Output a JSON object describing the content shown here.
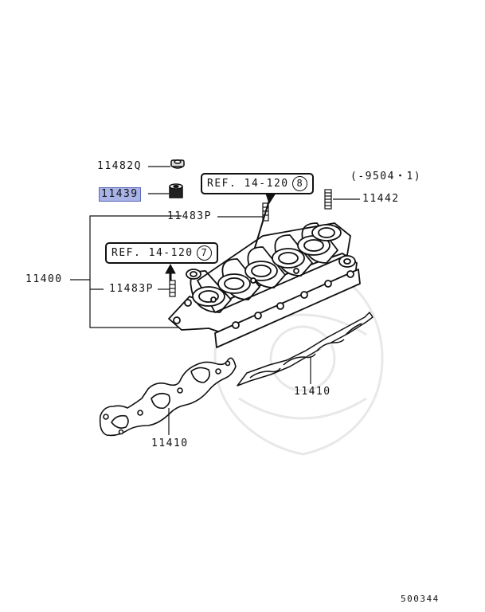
{
  "parts": {
    "p11482Q": "11482Q",
    "p11439": "11439",
    "p11483P_top": "11483P",
    "p11483P_mid": "11483P",
    "p11400": "11400",
    "p11442": "11442",
    "p11410_right": "11410",
    "p11410_left": "11410"
  },
  "refs": {
    "ref1_text": "REF. 14-120",
    "ref1_num": "8",
    "ref2_text": "REF. 14-120",
    "ref2_num": "7"
  },
  "note": "(-9504・1)",
  "diagram_code": "500344",
  "highlight_color": "#a9b3e8"
}
